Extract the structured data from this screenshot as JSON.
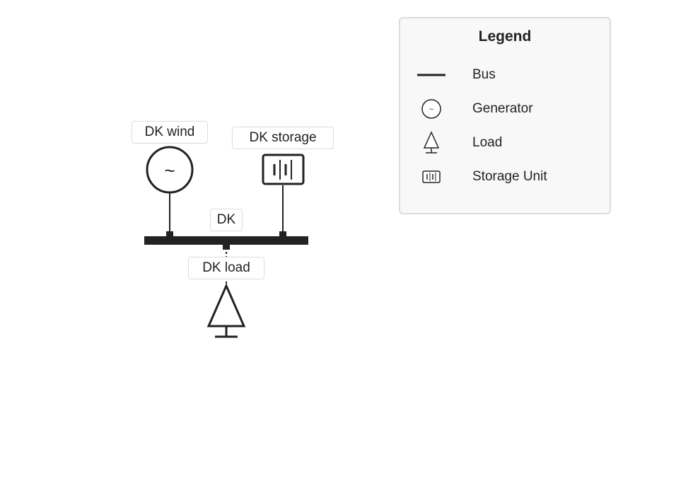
{
  "diagram": {
    "bus": {
      "label": "DK"
    },
    "generator": {
      "label": "DK wind",
      "symbol": "~"
    },
    "storage": {
      "label": "DK storage"
    },
    "load": {
      "label": "DK load"
    }
  },
  "legend": {
    "title": "Legend",
    "items": [
      {
        "label": "Bus",
        "icon": "bus-line-icon"
      },
      {
        "label": "Generator",
        "icon": "generator-icon"
      },
      {
        "label": "Load",
        "icon": "load-icon"
      },
      {
        "label": "Storage Unit",
        "icon": "storage-unit-icon"
      }
    ]
  },
  "colors": {
    "stroke": "#222222",
    "legend_bg": "#f8f8f8",
    "legend_border": "#dcdcdc"
  }
}
